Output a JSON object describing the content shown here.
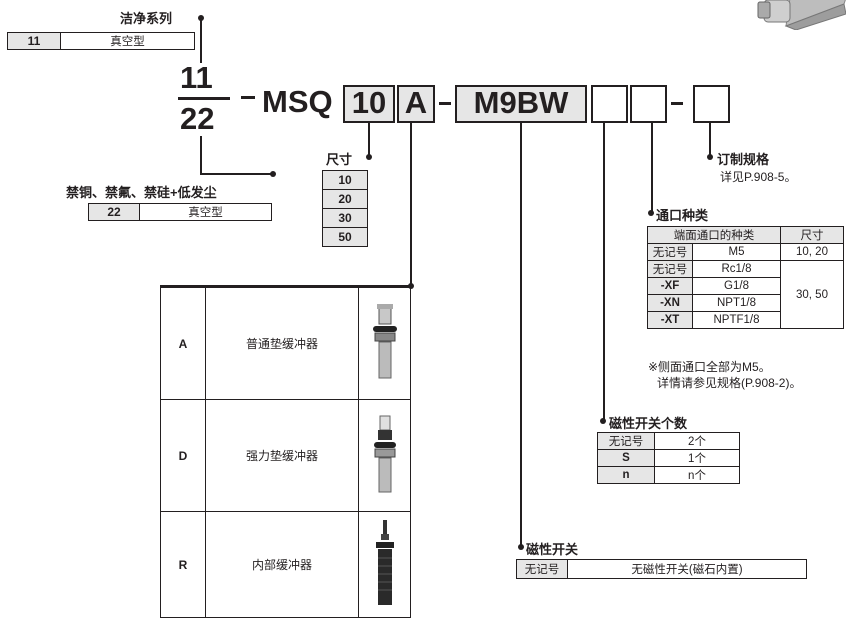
{
  "series_label": "洁净系列",
  "series_table": {
    "code": "11",
    "desc": "真空型"
  },
  "prefix_codes": [
    "11",
    "22"
  ],
  "model": "MSQ",
  "dash": "-",
  "size_code": "10",
  "cushion_code": "A",
  "switch_code": "M9BW",
  "size_label": "尺寸",
  "sizes": [
    "10",
    "20",
    "30",
    "50"
  ],
  "copper_label": "禁铜、禁氟、禁硅+低发尘",
  "copper_table": {
    "code": "22",
    "desc": "真空型"
  },
  "custom_label": "订制规格",
  "custom_note": "详见P.908-5。",
  "port_label": "通口种类",
  "port_table": {
    "headers": [
      "端面通口的种类",
      "尺寸"
    ],
    "rows": [
      {
        "code": "无记号",
        "type": "M5",
        "size": "10, 20"
      },
      {
        "code": "无记号",
        "type": "Rc1/8",
        "size": ""
      },
      {
        "code": "-XF",
        "type": "G1/8",
        "size": "30, 50"
      },
      {
        "code": "-XN",
        "type": "NPT1/8",
        "size": ""
      },
      {
        "code": "-XT",
        "type": "NPTF1/8",
        "size": ""
      }
    ]
  },
  "port_note_1": "※侧面通口全部为M5。",
  "port_note_2": "详情请参见规格(P.908-2)。",
  "count_label": "磁性开关个数",
  "count_table": [
    {
      "code": "无记号",
      "value": "2个"
    },
    {
      "code": "S",
      "value": "1个"
    },
    {
      "code": "n",
      "value": "n个"
    }
  ],
  "switch_label": "磁性开关",
  "switch_table": {
    "code": "无记号",
    "desc": "无磁性开关(磁石内置)"
  },
  "cushion_table": [
    {
      "code": "A",
      "name": "普通垫缓冲器"
    },
    {
      "code": "D",
      "name": "强力垫缓冲器"
    },
    {
      "code": "R",
      "name": "内部缓冲器"
    }
  ]
}
